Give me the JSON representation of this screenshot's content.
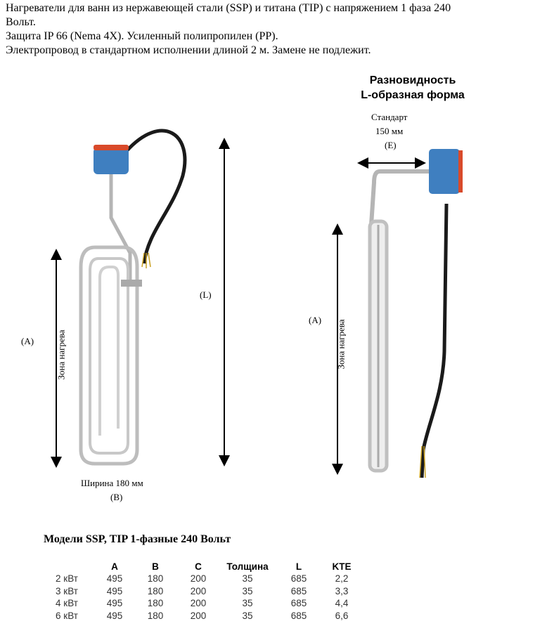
{
  "intro": {
    "lines": [
      "Нагреватели для ванн из нержавеющей стали (SSP) и титана (TIP) с напряжением 1 фаза 240",
      "Вольт.",
      "Защита IP 66 (Nema 4X). Усиленный полипропилен (PP).",
      "Электропровод в стандартном исполнении длиной 2 м. Замене не подлежит."
    ]
  },
  "left_diagram": {
    "a_label": "(A)",
    "zone_label": "Зона нагрева",
    "l_label": "(L)",
    "width_label": "Ширина 180 мм",
    "b_label": "(B)"
  },
  "right_diagram": {
    "title_line1": "Разновидность",
    "title_line2": "L-образная форма",
    "standard_label": "Стандарт",
    "standard_value": "150 мм",
    "e_label": "(E)",
    "a_label": "(A)",
    "zone_label": "Зона нагрева"
  },
  "table": {
    "title": "Модели SSP,  TIP 1-фазные 240 Вольт",
    "headers": [
      "",
      "A",
      "B",
      "C",
      "Толщина",
      "L",
      "KTE"
    ],
    "rows": [
      [
        "2 кВт",
        "495",
        "180",
        "200",
        "35",
        "685",
        "2,2"
      ],
      [
        "3 кВт",
        "495",
        "180",
        "200",
        "35",
        "685",
        "3,3"
      ],
      [
        "4 кВт",
        "495",
        "180",
        "200",
        "35",
        "685",
        "4,4"
      ],
      [
        "6 кВт",
        "495",
        "180",
        "200",
        "35",
        "685",
        "6,6"
      ]
    ]
  },
  "colors": {
    "housing": "#3f7fc0",
    "lid": "#d94a2a",
    "steel": "#c8c8c8",
    "cable": "#1a1a1a"
  }
}
